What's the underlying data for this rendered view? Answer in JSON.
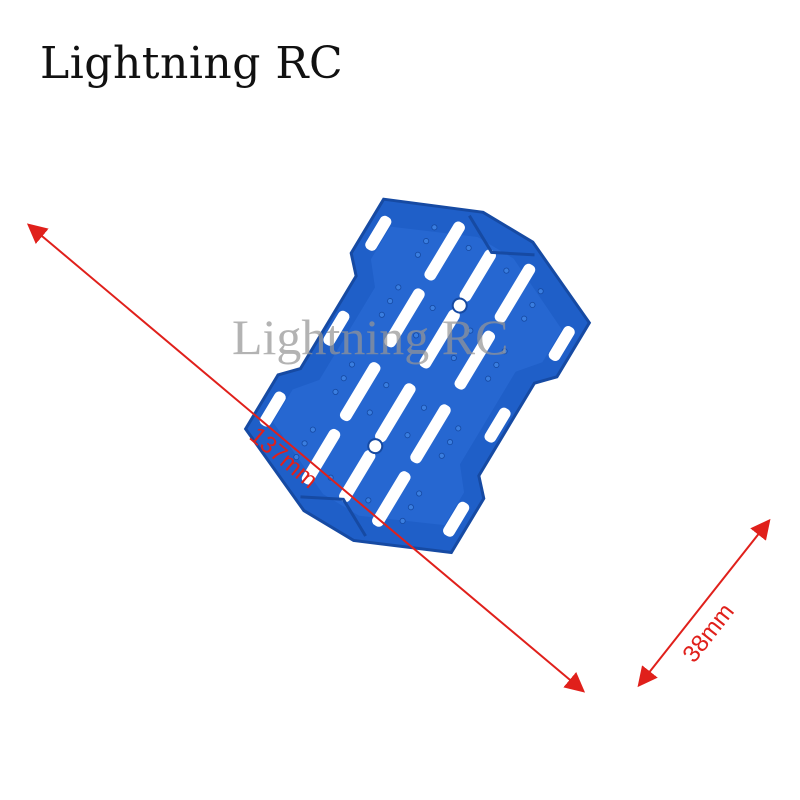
{
  "brand": {
    "title": "Lightning RC",
    "watermark": "Lightning RC"
  },
  "product": {
    "color": "#1f5fc8",
    "color_dark": "#164aa3",
    "color_light": "#3a7ee0"
  },
  "dimensions": {
    "length_label": "137mm",
    "width_label": "38mm",
    "color": "#e0201b"
  }
}
